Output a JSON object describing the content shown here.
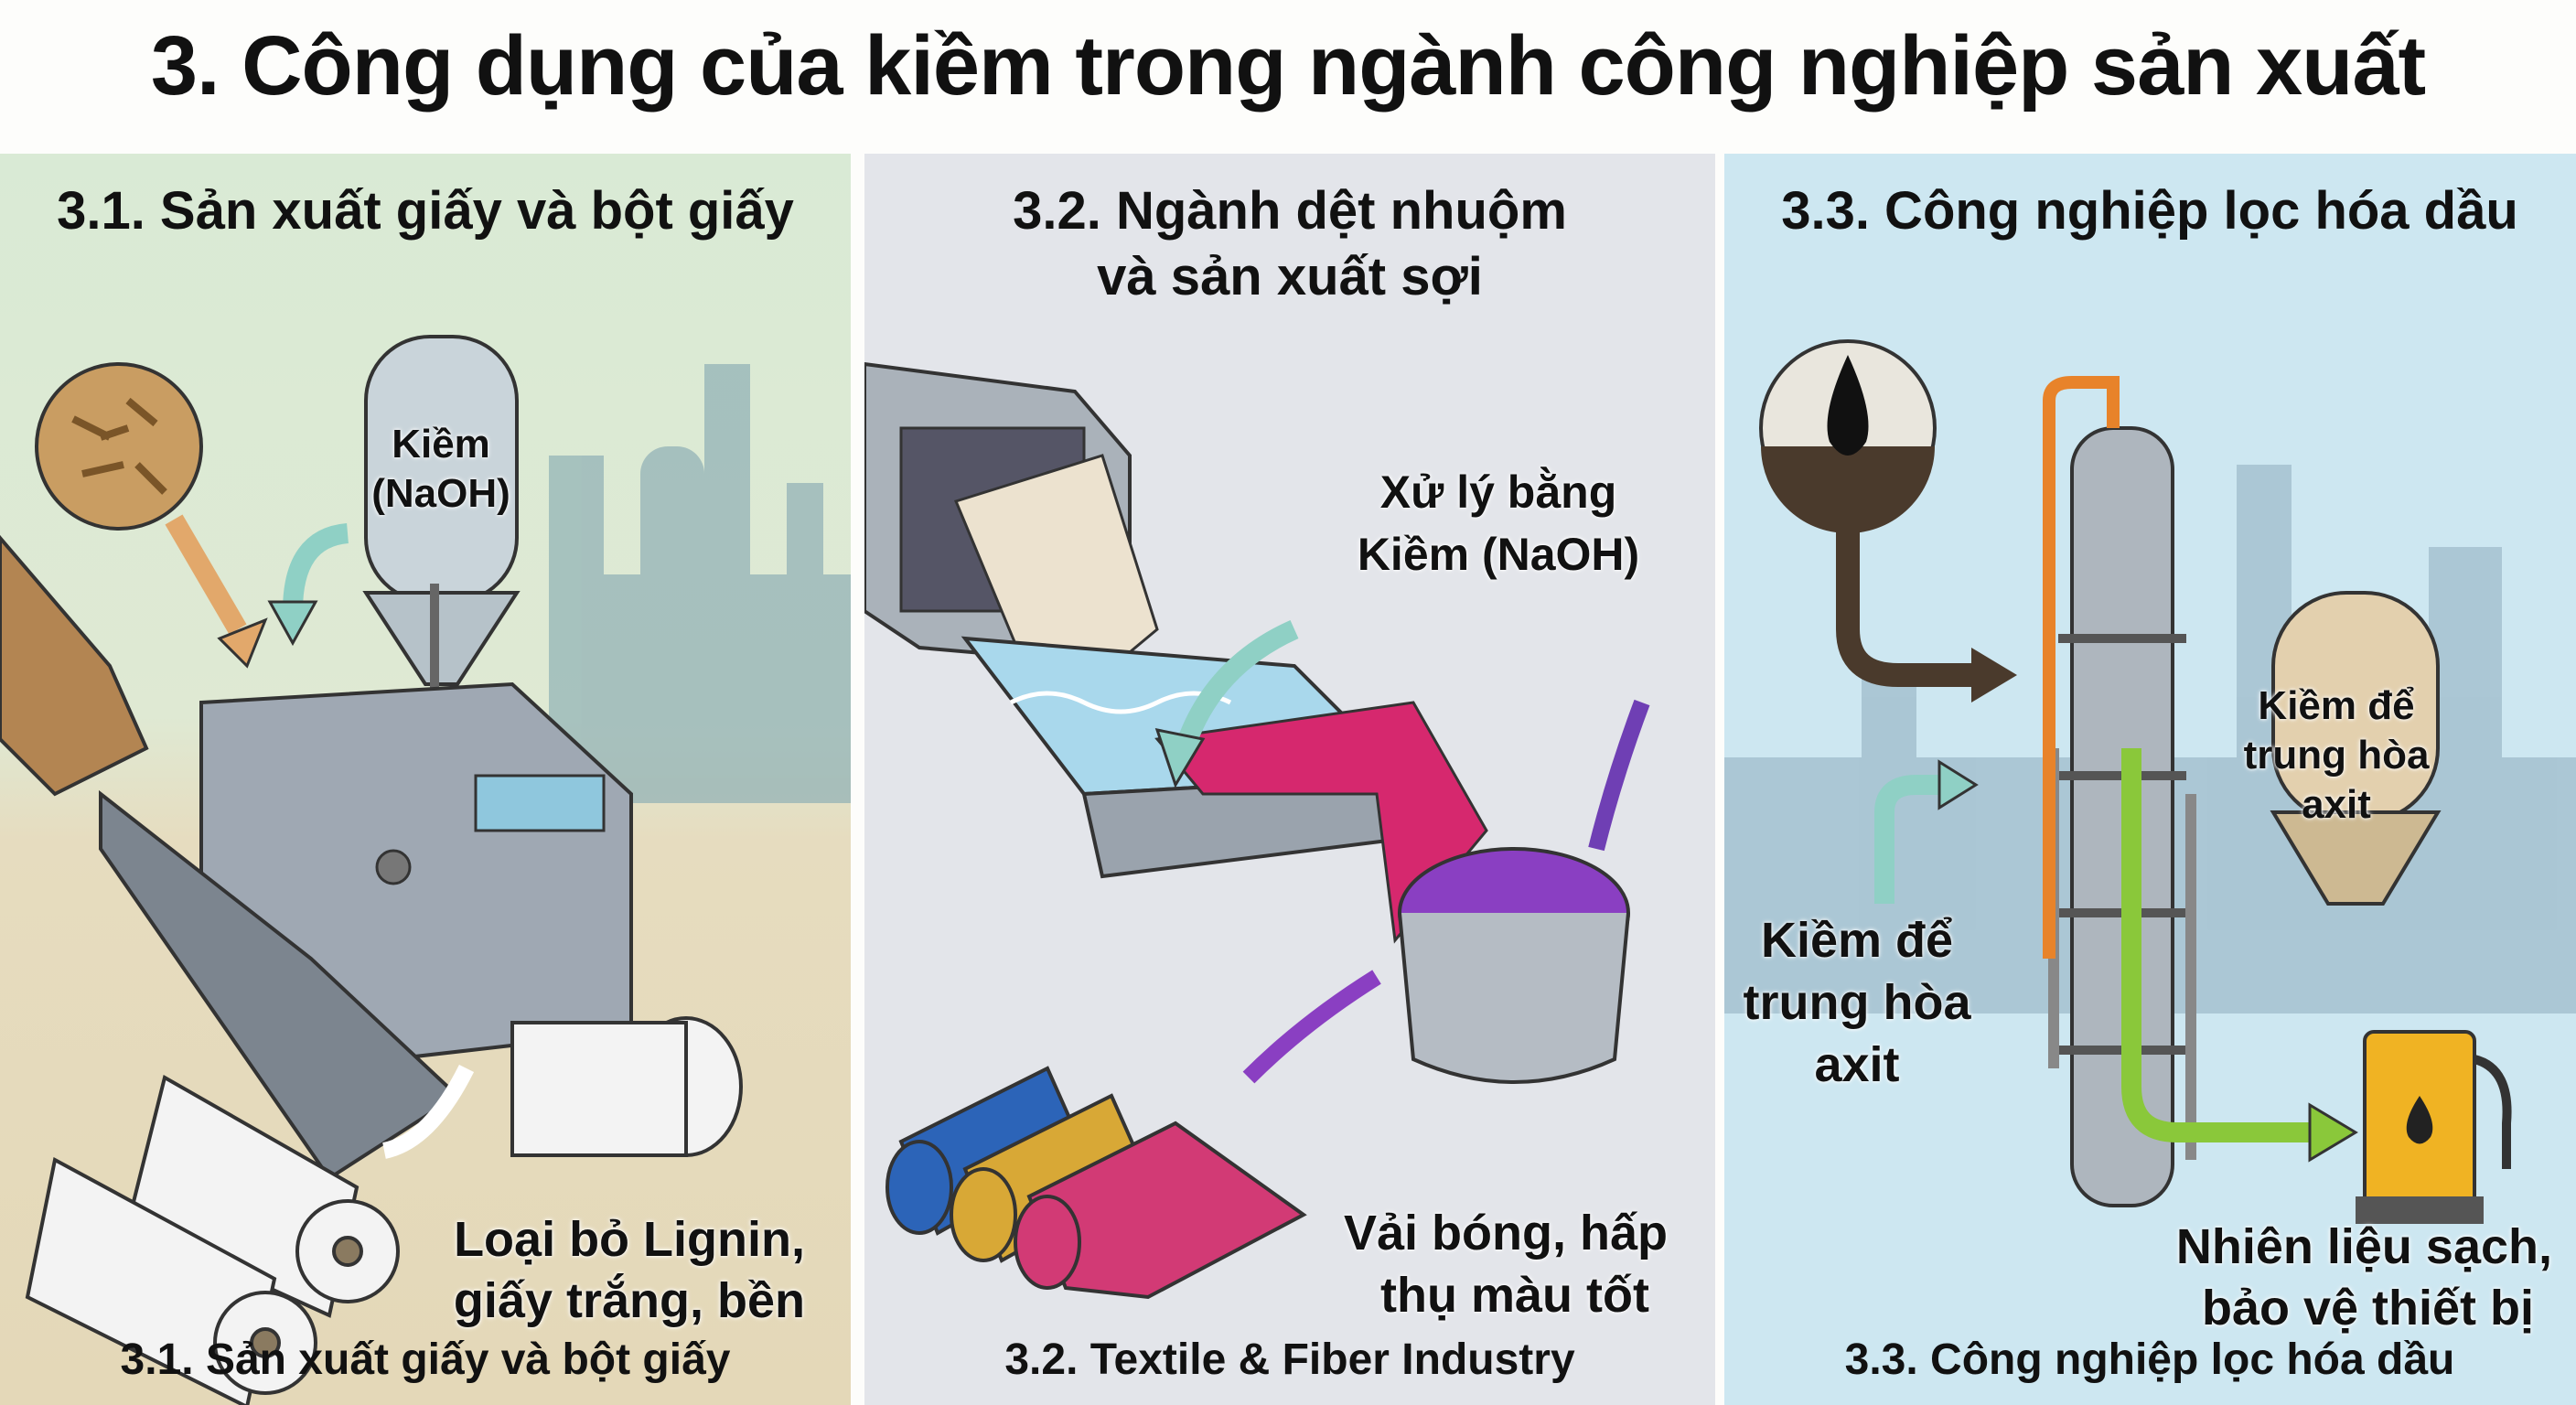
{
  "title": "3. Công dụng của kiềm trong ngành công nghiệp sản xuất",
  "panels": [
    {
      "heading": "3.1. Sản xuất giấy và bột giấy",
      "silo_label_1": "Kiềm",
      "silo_label_2": "(NaOH)",
      "result_1": "Loại bỏ Lignin,",
      "result_2": "giấy trắng, bền",
      "caption": "3.1. Sản xuất giấy và bột giấy",
      "bg_color": "#dfe9d3"
    },
    {
      "heading_1": "3.2. Ngành dệt nhuộm",
      "heading_2": "và sản xuất sợi",
      "process_1": "Xử lý bằng",
      "process_2": "Kiềm (NaOH)",
      "result_1": "Vải bóng, hấp",
      "result_2": "thụ màu tốt",
      "caption": "3.2. Textile & Fiber Industry",
      "bg_color": "#e3e5ea"
    },
    {
      "heading": "3.3. Công nghiệp lọc hóa dầu",
      "tank_label_1": "Kiềm để",
      "tank_label_2": "trung hòa",
      "tank_label_3": "axit",
      "input_label_1": "Kiềm để",
      "input_label_2": "trung hòa",
      "input_label_3": "axit",
      "result_1": "Nhiên liệu sạch,",
      "result_2": "bảo vệ thiết bị",
      "caption": "3.3. Công nghiệp lọc hóa dầu",
      "bg_color": "#cde7f1"
    }
  ]
}
